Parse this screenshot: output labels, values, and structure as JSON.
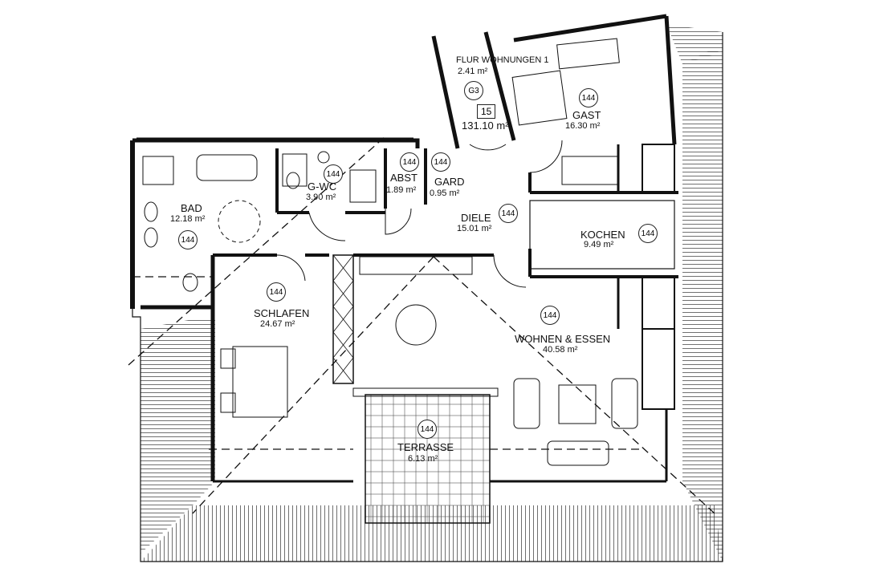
{
  "plan": {
    "unit_no": "15",
    "total_area": "131.10 m²",
    "stair_tag": "G3",
    "rooms": {
      "flur": {
        "name": "FLUR WOHNUNGEN 1",
        "area": "2.41 m²"
      },
      "gast": {
        "name": "GAST",
        "area": "16.30 m²",
        "badge": "144"
      },
      "bad": {
        "name": "BAD",
        "area": "12.18 m²",
        "badge": "144"
      },
      "gwc": {
        "name": "G-WC",
        "area": "3.90 m²",
        "badge": "144"
      },
      "abst": {
        "name": "ABST",
        "area": "1.89 m²",
        "badge": "144"
      },
      "gard": {
        "name": "GARD",
        "area": "0.95 m²",
        "badge": "144"
      },
      "diele": {
        "name": "DIELE",
        "area": "15.01 m²",
        "badge": "144"
      },
      "kochen": {
        "name": "KOCHEN",
        "area": "9.49 m²",
        "badge": "144"
      },
      "schlafen": {
        "name": "SCHLAFEN",
        "area": "24.67 m²",
        "badge": "144"
      },
      "wohnen": {
        "name": "WOHNEN & ESSEN",
        "area": "40.58 m²",
        "badge": "144"
      },
      "terrasse": {
        "name": "TERRASSE",
        "area": "6.13 m²",
        "badge": "144"
      }
    }
  }
}
